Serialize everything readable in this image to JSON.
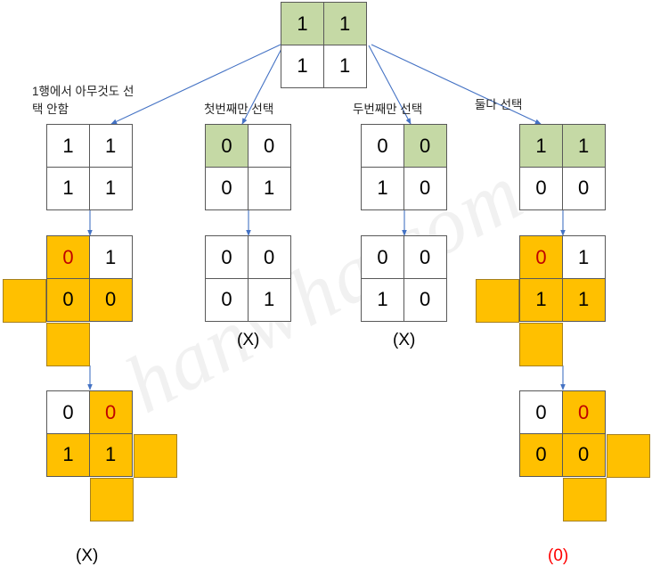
{
  "diagram": {
    "title_watermark": "hanwha.com",
    "colors": {
      "selected_cell": "#c5d9a5",
      "marked_cell": "#ffc000",
      "arrow": "#4472c4",
      "grid_border": "#595959",
      "fail_text": "#000000",
      "success_text": "#ff0000"
    },
    "root": {
      "name": "root-grid",
      "rows": [
        [
          {
            "value": "1",
            "state": "selected"
          },
          {
            "value": "1",
            "state": "selected"
          }
        ],
        [
          {
            "value": "1",
            "state": "plain"
          },
          {
            "value": "1",
            "state": "plain"
          }
        ]
      ]
    },
    "branch_labels": [
      "1행에서 아무것도 선\n택 안함",
      "첫번째만 선택",
      "두번째만 선택",
      "둘다 선택"
    ],
    "branches": [
      {
        "name": "branch-none",
        "label": "1행에서 아무것도 선\n택 안함",
        "level2": {
          "name": "level2-grid-none",
          "rows": [
            [
              {
                "value": "1",
                "state": "plain"
              },
              {
                "value": "1",
                "state": "plain"
              }
            ],
            [
              {
                "value": "1",
                "state": "plain"
              },
              {
                "value": "1",
                "state": "plain"
              }
            ]
          ]
        },
        "level3": {
          "name": "level3-grid-none",
          "rows": [
            [
              {
                "value": "0",
                "state": "marked-red"
              },
              {
                "value": "1",
                "state": "plain"
              }
            ],
            [
              {
                "value": "0",
                "state": "marked"
              },
              {
                "value": "0",
                "state": "marked"
              }
            ]
          ],
          "arms": [
            "left",
            "bottom"
          ]
        },
        "level4": {
          "name": "level4-grid-none",
          "rows": [
            [
              {
                "value": "0",
                "state": "plain"
              },
              {
                "value": "0",
                "state": "marked-red"
              }
            ],
            [
              {
                "value": "1",
                "state": "marked"
              },
              {
                "value": "1",
                "state": "marked"
              }
            ]
          ],
          "arms": [
            "right",
            "bottom"
          ]
        },
        "verdict": "(X)",
        "verdict_type": "fail"
      },
      {
        "name": "branch-first-only",
        "label": "첫번째만 선택",
        "level2": {
          "name": "level2-grid-first-only",
          "rows": [
            [
              {
                "value": "0",
                "state": "selected"
              },
              {
                "value": "0",
                "state": "plain"
              }
            ],
            [
              {
                "value": "0",
                "state": "plain"
              },
              {
                "value": "1",
                "state": "plain"
              }
            ]
          ]
        },
        "level3": {
          "name": "level3-grid-first-only",
          "rows": [
            [
              {
                "value": "0",
                "state": "plain"
              },
              {
                "value": "0",
                "state": "plain"
              }
            ],
            [
              {
                "value": "0",
                "state": "plain"
              },
              {
                "value": "1",
                "state": "plain"
              }
            ]
          ],
          "arms": []
        },
        "verdict": "(X)",
        "verdict_type": "fail"
      },
      {
        "name": "branch-second-only",
        "label": "두번째만 선택",
        "level2": {
          "name": "level2-grid-second-only",
          "rows": [
            [
              {
                "value": "0",
                "state": "plain"
              },
              {
                "value": "0",
                "state": "selected"
              }
            ],
            [
              {
                "value": "1",
                "state": "plain"
              },
              {
                "value": "0",
                "state": "plain"
              }
            ]
          ]
        },
        "level3": {
          "name": "level3-grid-second-only",
          "rows": [
            [
              {
                "value": "0",
                "state": "plain"
              },
              {
                "value": "0",
                "state": "plain"
              }
            ],
            [
              {
                "value": "1",
                "state": "plain"
              },
              {
                "value": "0",
                "state": "plain"
              }
            ]
          ],
          "arms": []
        },
        "verdict": "(X)",
        "verdict_type": "fail"
      },
      {
        "name": "branch-both",
        "label": "둘다 선택",
        "level2": {
          "name": "level2-grid-both",
          "rows": [
            [
              {
                "value": "1",
                "state": "selected"
              },
              {
                "value": "1",
                "state": "selected"
              }
            ],
            [
              {
                "value": "0",
                "state": "plain"
              },
              {
                "value": "0",
                "state": "plain"
              }
            ]
          ]
        },
        "level3": {
          "name": "level3-grid-both",
          "rows": [
            [
              {
                "value": "0",
                "state": "marked-red"
              },
              {
                "value": "1",
                "state": "plain"
              }
            ],
            [
              {
                "value": "1",
                "state": "marked"
              },
              {
                "value": "1",
                "state": "marked"
              }
            ]
          ],
          "arms": [
            "left",
            "bottom"
          ]
        },
        "level4": {
          "name": "level4-grid-both",
          "rows": [
            [
              {
                "value": "0",
                "state": "plain"
              },
              {
                "value": "0",
                "state": "marked-red"
              }
            ],
            [
              {
                "value": "0",
                "state": "marked"
              },
              {
                "value": "0",
                "state": "marked"
              }
            ]
          ],
          "arms": [
            "left",
            "right",
            "bottom"
          ]
        },
        "verdict": "(0)",
        "verdict_type": "success"
      }
    ],
    "verdicts": {
      "none": "(X)",
      "first_only": "(X)",
      "second_only": "(X)",
      "both_mid": "",
      "both": "(0)"
    }
  }
}
